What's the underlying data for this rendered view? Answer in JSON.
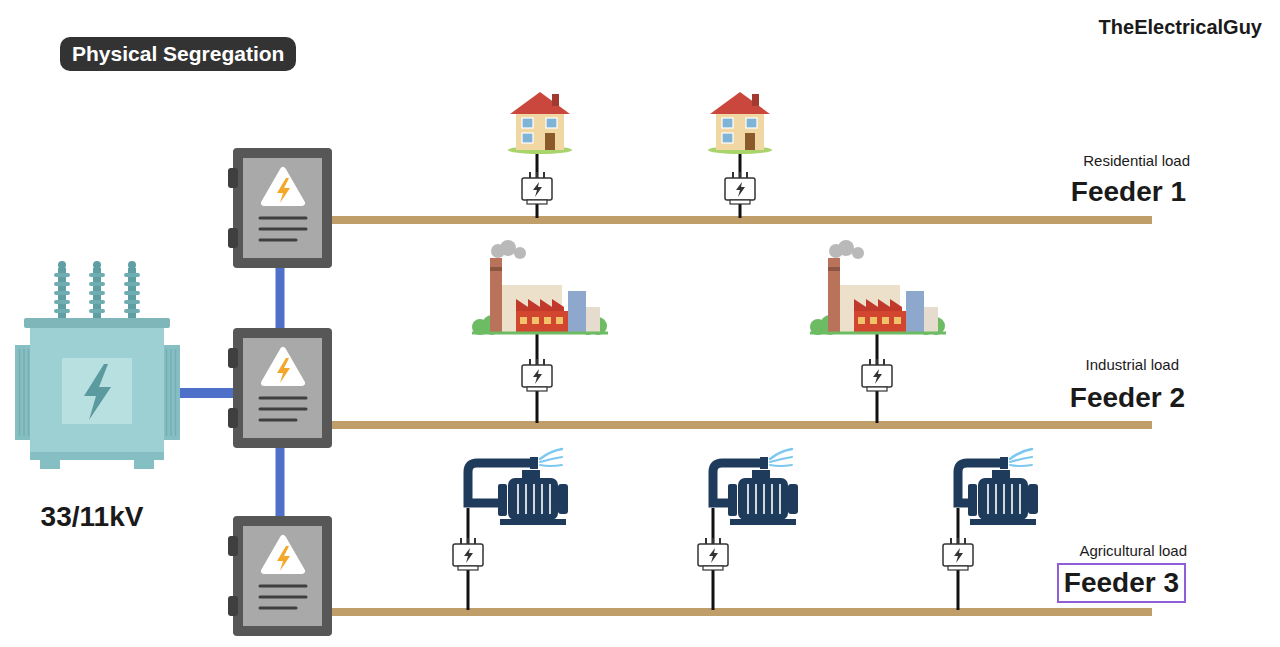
{
  "diagram": {
    "title": "Physical Segregation",
    "nodes": [
      {
        "text": [
          "Feeder 3"
        ]
      }
    ],
    "labels": [
      "TheElectricalGuy",
      "Residential load",
      "Feeder 1",
      "Industrial load",
      "Feeder 2",
      "Agricultural load",
      "33/11kV"
    ]
  }
}
